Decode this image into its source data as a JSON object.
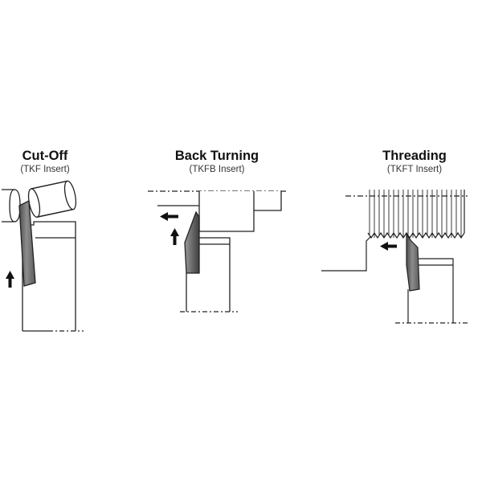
{
  "diagrams": [
    {
      "title": "Cut-Off",
      "subtitle": "(TKF Insert)"
    },
    {
      "title": "Back Turning",
      "subtitle": "(TKFB Insert)"
    },
    {
      "title": "Threading",
      "subtitle": "(TKFT Insert)"
    }
  ],
  "colors": {
    "ink": "#222222",
    "insert_dark": "#555555",
    "insert_mid": "#8a8a8a",
    "insert_light": "#bdbdbd",
    "workpiece_fill": "#ffffff"
  }
}
